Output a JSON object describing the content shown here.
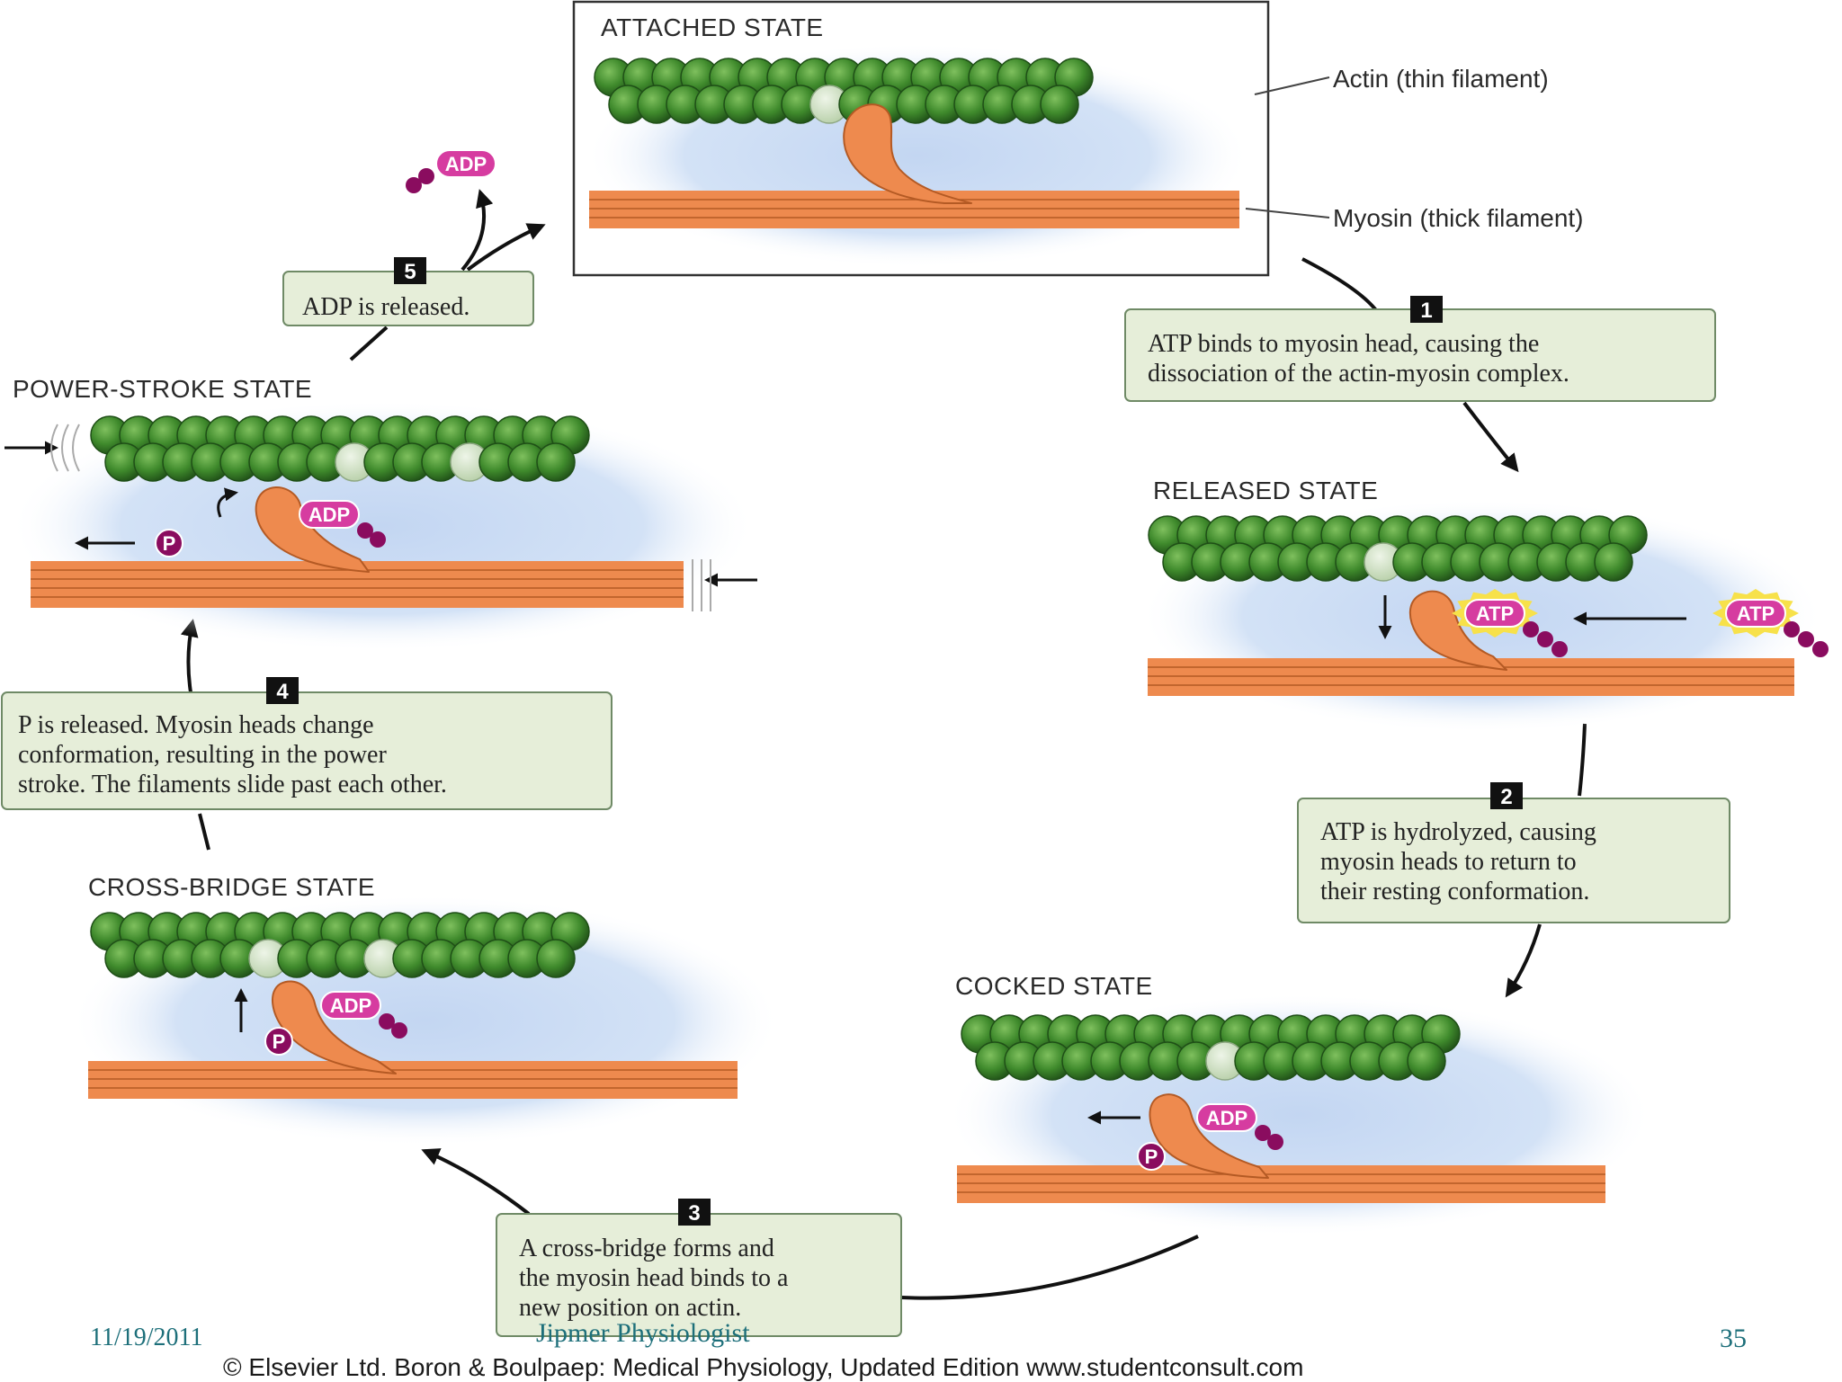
{
  "colors": {
    "actin": "#3f8a2c",
    "actin_dark": "#1f4f17",
    "binding_site": "#cfe0c4",
    "myosin": "#ee8a4e",
    "myosin_dark": "#b45a24",
    "panel_blue": "#c8d9f2",
    "step_box": "#e6eed9",
    "step_border": "#6f8a66",
    "magenta": "#d63ca0",
    "phosphate": "#8a0c5f",
    "atp_glow": "#f7e14a"
  },
  "labels": {
    "actin": "Actin (thin filament)",
    "myosin": "Myosin (thick filament)"
  },
  "states": {
    "attached": "ATTACHED STATE",
    "released": "RELEASED STATE",
    "cocked": "COCKED STATE",
    "crossbridge": "CROSS-BRIDGE STATE",
    "powerstroke": "POWER-STROKE STATE"
  },
  "steps": {
    "s1": {
      "num": "1",
      "lines": [
        "ATP binds to myosin head, causing the",
        "dissociation of the actin-myosin complex."
      ]
    },
    "s2": {
      "num": "2",
      "lines": [
        "ATP is hydrolyzed, causing",
        "myosin heads to return to",
        "their resting conformation."
      ]
    },
    "s3": {
      "num": "3",
      "lines": [
        "A cross-bridge forms and",
        "the myosin head binds to a",
        "new position on actin."
      ]
    },
    "s4": {
      "num": "4",
      "lines": [
        "P is released. Myosin heads change",
        "conformation, resulting in the power",
        "stroke. The filaments slide past each other."
      ]
    },
    "s5": {
      "num": "5",
      "lines": [
        "ADP is released."
      ]
    }
  },
  "molecules": {
    "adp": "ADP",
    "atp": "ATP",
    "p": "P"
  },
  "footer": {
    "date": "11/19/2011",
    "author": "Jipmer Physiologist",
    "page": "35",
    "credit": "© Elsevier Ltd. Boron & Boulpaep: Medical Physiology, Updated Edition    www.studentconsult.com"
  }
}
